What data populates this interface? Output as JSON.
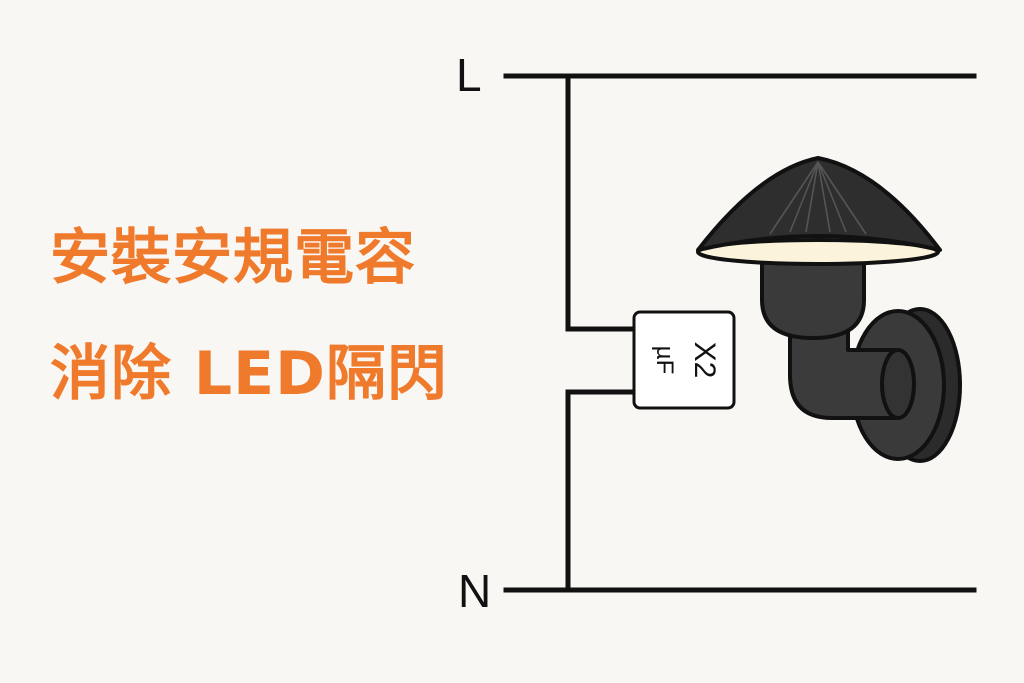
{
  "title": {
    "line1": "安裝安規電容",
    "line2": "消除 LED隔閃"
  },
  "terminals": {
    "live": "L",
    "neutral": "N"
  },
  "capacitor": {
    "type_label": "X2",
    "unit_label": "µF"
  },
  "lamp": {
    "icon": "wall-lamp-icon"
  },
  "colors": {
    "accent": "#f07a2c",
    "wire": "#111111",
    "background": "#f8f7f3",
    "lamp_body": "#3a3a3a",
    "lamp_glow": "#fbf3dc"
  }
}
